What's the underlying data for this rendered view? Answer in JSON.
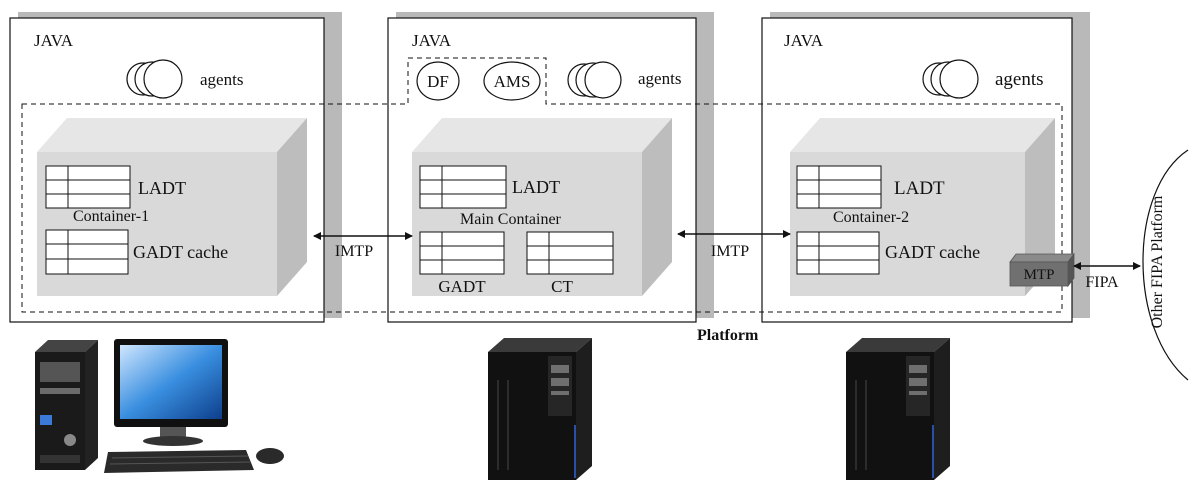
{
  "colors": {
    "box_shadow": "#b9b9b9",
    "cube_front": "#d9d9d9",
    "cube_top": "#e6e6e6",
    "cube_side": "#bdbdbd",
    "mtp": "#707070",
    "line": "#111111"
  },
  "machines": [
    {
      "java": "JAVA",
      "agents": "agents",
      "tables": [
        "LADT",
        "GADT cache"
      ],
      "container": "Container-1",
      "device": "desktop-computer-icon"
    },
    {
      "java": "JAVA",
      "agents": "agents",
      "services": [
        "DF",
        "AMS"
      ],
      "tables": [
        "LADT",
        "GADT",
        "CT"
      ],
      "container": "Main Container",
      "device": "tower-computer-icon"
    },
    {
      "java": "JAVA",
      "agents": "agents",
      "tables": [
        "LADT",
        "GADT cache"
      ],
      "container": "Container-2",
      "mtp": "MTP",
      "device": "tower-computer-icon"
    }
  ],
  "links": {
    "imtp_1": "IMTP",
    "imtp_2": "IMTP",
    "fipa": "FIPA"
  },
  "platform_label": "Platform",
  "external_platform": "Other FIPA Platform"
}
